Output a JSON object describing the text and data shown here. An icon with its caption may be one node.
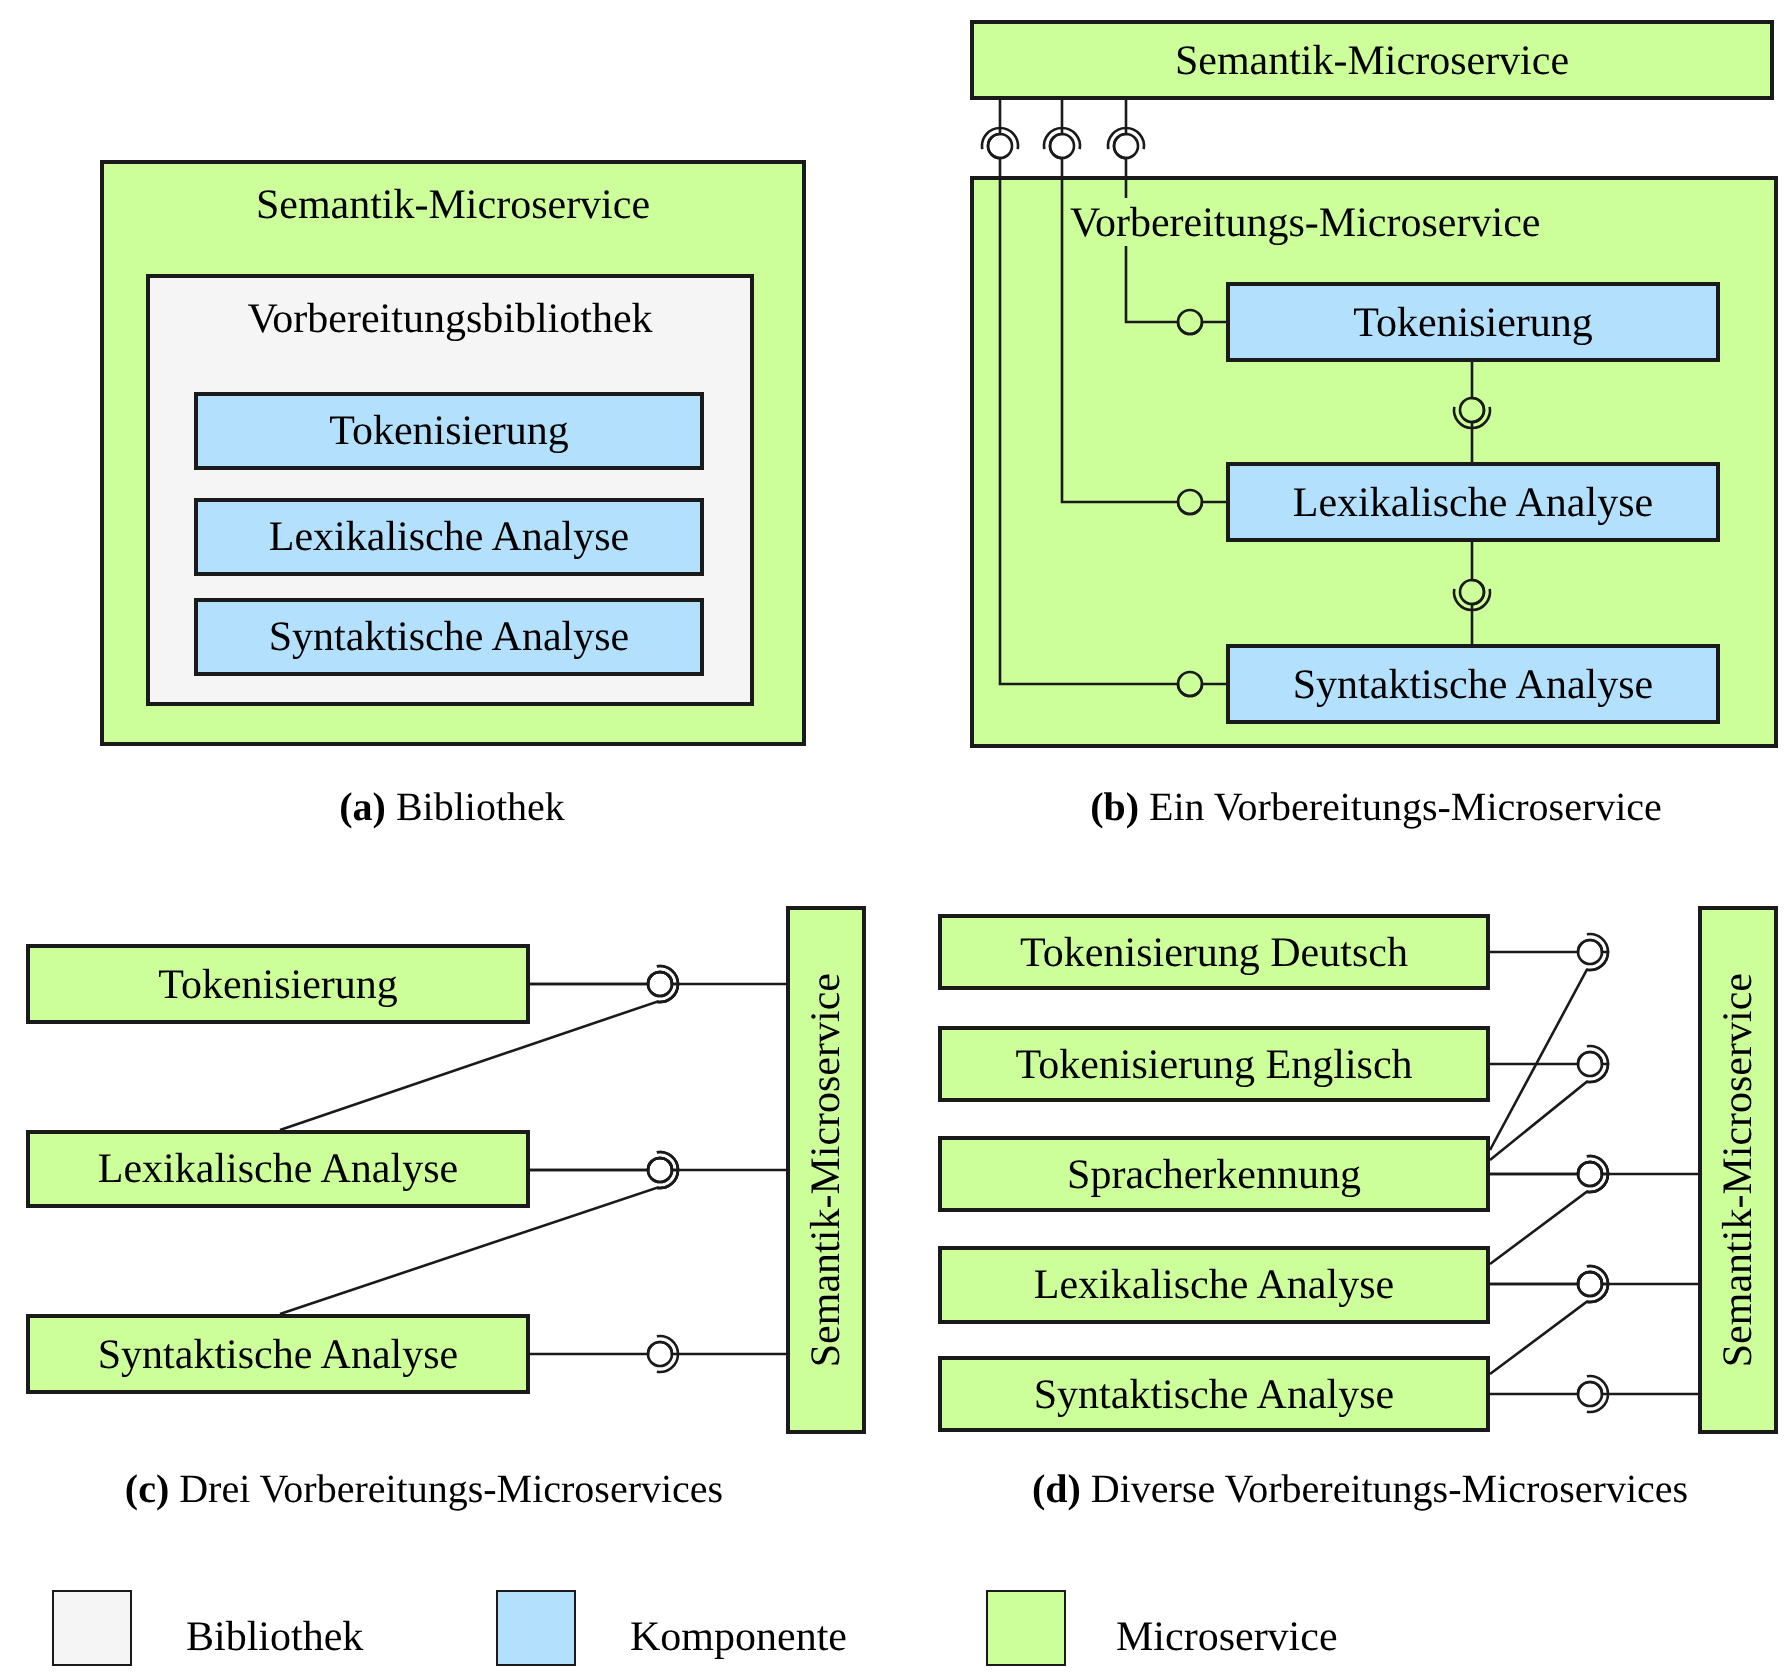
{
  "diagram": {
    "nodes": [
      {
        "text": [
          "Semantik-Microservice"
        ]
      },
      {
        "text": [
          "Vorbereitungsbibliothek"
        ],
        "in": 0
      },
      {
        "text": [
          "Tokenisierung"
        ],
        "in": 1
      },
      {
        "text": [
          "Lexikalische Analyse"
        ],
        "in": 1
      },
      {
        "text": [
          "Syntaktische Analyse"
        ],
        "in": 1
      },
      {
        "text": [
          "Semantik-Microservice"
        ]
      },
      {
        "text": [
          "Vorbereitungs-Microservice"
        ]
      },
      {
        "text": [
          "Tokenisierung"
        ],
        "in": 6
      },
      {
        "text": [
          "Lexikalische Analyse"
        ],
        "in": 6
      },
      {
        "text": [
          "Syntaktische Analyse"
        ],
        "in": 6
      },
      {
        "text": [
          "Tokenisierung"
        ]
      },
      {
        "text": [
          "Lexikalische Analyse"
        ]
      },
      {
        "text": [
          "Syntaktische Analyse"
        ]
      },
      {
        "text": [
          "Semantik-Microservice"
        ]
      },
      {
        "text": [
          "Tokenisierung Deutsch"
        ]
      },
      {
        "text": [
          "Tokenisierung Englisch"
        ]
      },
      {
        "text": [
          "Spracherkennung"
        ]
      },
      {
        "text": [
          "Lexikalische Analyse"
        ]
      },
      {
        "text": [
          "Syntaktische Analyse"
        ]
      },
      {
        "text": [
          "Semantik-Microservice"
        ]
      }
    ],
    "edges": [
      {
        "from": 7,
        "to": 5,
        "arrow": "none"
      },
      {
        "from": 8,
        "to": 5,
        "arrow": "none"
      },
      {
        "from": 9,
        "to": 5,
        "arrow": "none"
      },
      {
        "from": 7,
        "to": 8,
        "arrow": "none"
      },
      {
        "from": 8,
        "to": 9,
        "arrow": "none"
      },
      {
        "from": 10,
        "to": 13,
        "arrow": "none"
      },
      {
        "from": 10,
        "to": 11,
        "arrow": "none"
      },
      {
        "from": 11,
        "to": 13,
        "arrow": "none"
      },
      {
        "from": 11,
        "to": 12,
        "arrow": "none"
      },
      {
        "from": 12,
        "to": 13,
        "arrow": "none"
      },
      {
        "from": 14,
        "to": 16,
        "arrow": "none"
      },
      {
        "from": 15,
        "to": 16,
        "arrow": "none"
      },
      {
        "from": 16,
        "to": 19,
        "arrow": "none"
      },
      {
        "from": 16,
        "to": 17,
        "arrow": "none"
      },
      {
        "from": 17,
        "to": 19,
        "arrow": "none"
      },
      {
        "from": 17,
        "to": 18,
        "arrow": "none"
      },
      {
        "from": 18,
        "to": 19,
        "arrow": "none"
      }
    ],
    "labels": [
      "**(a)** Bibliothek",
      "**(b)** Ein Vorbereitungs-Microservice",
      "**(c)** Drei Vorbereitungs-Microservices",
      "**(d)** Diverse Vorbereitungs-Microservices"
    ],
    "legend": [
      {
        "text": "Bibliothek",
        "color": "#f5f5f5"
      },
      {
        "text": "Komponente",
        "color": "#b3e0fd"
      },
      {
        "text": "Microservice",
        "color": "#ccff99"
      }
    ]
  }
}
